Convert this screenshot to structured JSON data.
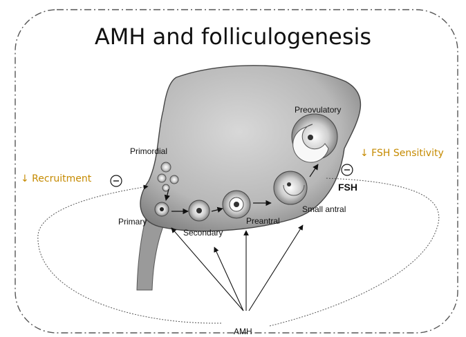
{
  "title": "AMH and folliculogenesis",
  "labels": {
    "primordial": "Primordial",
    "primary": "Primary",
    "secondary": "Secondary",
    "preantral": "Preantral",
    "small_antral": "Small antral",
    "preovulatory": "Preovulatory",
    "fsh": "FSH",
    "amh": "AMH"
  },
  "annotations": {
    "recruitment": "↓ Recruitment",
    "fsh_sensitivity": "↓ FSH Sensitivity",
    "minus_symbol": "−"
  },
  "colors": {
    "accent": "#c58a00",
    "frame": "#555555"
  }
}
